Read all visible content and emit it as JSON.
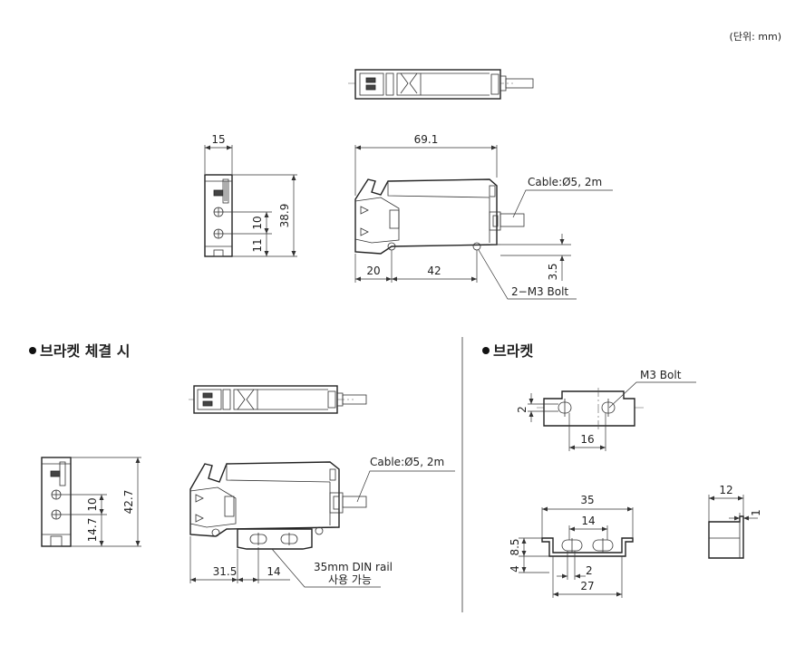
{
  "unit_note": "(단위: mm)",
  "sections": {
    "bracket_mounted": {
      "title": "브라켓 체결 시"
    },
    "bracket": {
      "title": "브라켓"
    }
  },
  "main_view": {
    "dim_width_side": "15",
    "dim_length": "69.1",
    "dim_height": "38.9",
    "dim_10": "10",
    "dim_11": "11",
    "dim_20": "20",
    "dim_42": "42",
    "dim_3_5": "3.5",
    "cable_label": "Cable:Ø5, 2m",
    "bolt_label": "2−M3 Bolt"
  },
  "mounted_view": {
    "dim_42_7": "42.7",
    "dim_10": "10",
    "dim_14_7": "14.7",
    "dim_31_5": "31.5",
    "dim_14": "14",
    "cable_label": "Cable:Ø5, 2m",
    "din_rail_label_1": "35mm DIN rail",
    "din_rail_label_2": "사용 가능"
  },
  "bracket_view": {
    "bolt_label": "M3 Bolt",
    "dim_2_top": "2",
    "dim_16": "16",
    "dim_35": "35",
    "dim_14": "14",
    "dim_8_5": "8.5",
    "dim_4": "4",
    "dim_2_bottom": "2",
    "dim_27": "27",
    "dim_12": "12",
    "dim_1": "1"
  }
}
